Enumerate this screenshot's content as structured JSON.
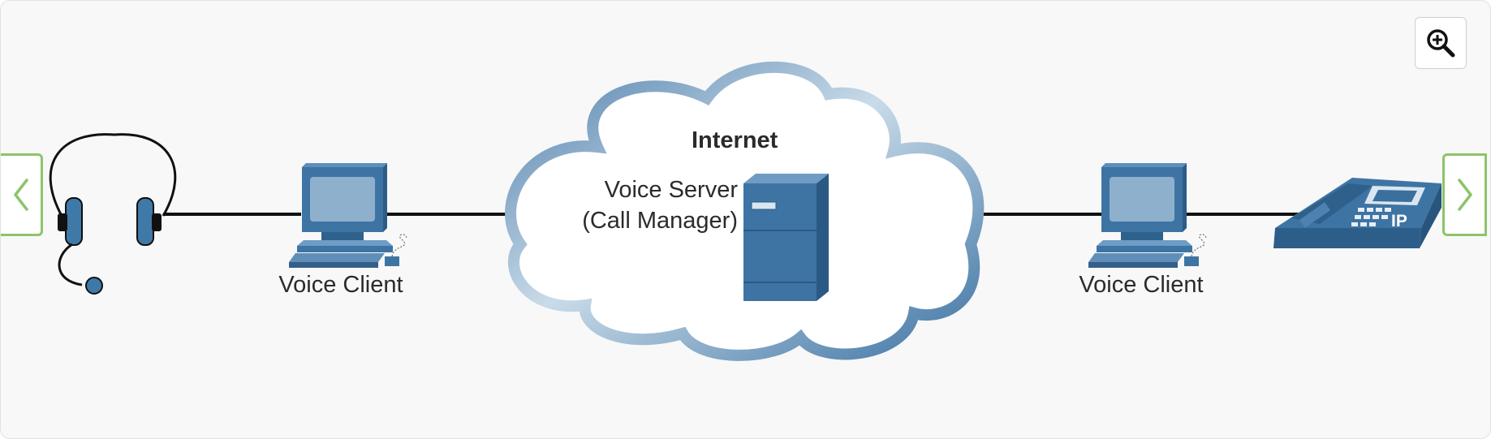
{
  "diagram": {
    "cloud_label": "Internet",
    "server_label_line1": "Voice Server",
    "server_label_line2": "(Call Manager)",
    "left_client_label": "Voice Client",
    "right_client_label": "Voice Client",
    "phone_badge": "IP"
  },
  "icons": {
    "headset": "headset-icon",
    "computer": "computer-icon",
    "server": "server-icon",
    "ip_phone": "ip-phone-icon",
    "zoom": "zoom-in-icon",
    "prev": "chevron-left-icon",
    "next": "chevron-right-icon"
  },
  "colors": {
    "device_blue": "#3a6f9e",
    "cloud_outline": "#5b88b2",
    "nav_border": "#8cc46a"
  }
}
